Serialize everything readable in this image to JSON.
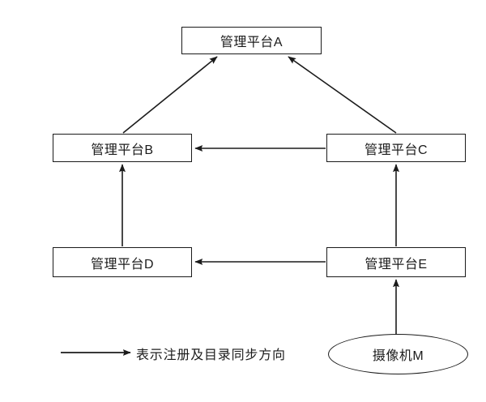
{
  "diagram": {
    "title": "",
    "background_color": "#ffffff",
    "stroke_color": "#1b1b1b",
    "nodes": [
      {
        "id": "A",
        "label": "管理平台A",
        "shape": "rectangle"
      },
      {
        "id": "B",
        "label": "管理平台B",
        "shape": "rectangle"
      },
      {
        "id": "C",
        "label": "管理平台C",
        "shape": "rectangle"
      },
      {
        "id": "D",
        "label": "管理平台D",
        "shape": "rectangle"
      },
      {
        "id": "E",
        "label": "管理平台E",
        "shape": "rectangle"
      },
      {
        "id": "M",
        "label": "摄像机M",
        "shape": "ellipse"
      }
    ],
    "edges": [
      {
        "from": "B",
        "to": "A",
        "style": "diagonal-up-right",
        "arrow": "single"
      },
      {
        "from": "C",
        "to": "A",
        "style": "diagonal-up-left",
        "arrow": "single"
      },
      {
        "from": "C",
        "to": "B",
        "style": "horizontal-left",
        "arrow": "single"
      },
      {
        "from": "D",
        "to": "B",
        "style": "vertical-up",
        "arrow": "single"
      },
      {
        "from": "E",
        "to": "C",
        "style": "vertical-up",
        "arrow": "single"
      },
      {
        "from": "E",
        "to": "D",
        "style": "horizontal-left",
        "arrow": "single"
      },
      {
        "from": "M",
        "to": "E",
        "style": "vertical-up",
        "arrow": "single"
      }
    ],
    "legend": {
      "arrow_label": "表示注册及目录同步方向",
      "arrow_icon": "right-arrow-icon"
    }
  }
}
